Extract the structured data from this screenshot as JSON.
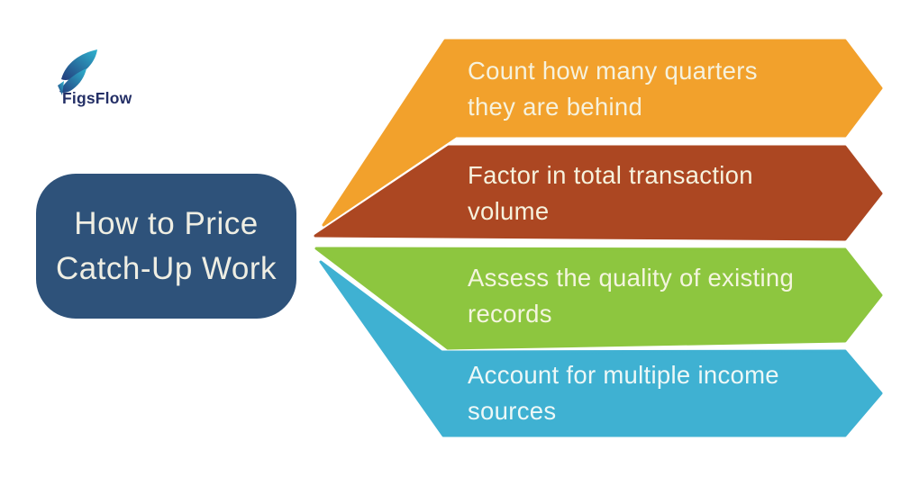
{
  "background_color": "#FFFFFF",
  "brand": {
    "name": "FigsFlow",
    "wordmark_color": "#242F66",
    "leaf_teal": "#2FB3CF",
    "leaf_navy": "#223B7B"
  },
  "title": {
    "lines": [
      "How to Price",
      "Catch-Up Work"
    ],
    "box_color": "#2E527A",
    "text_color": "#EFEEE3"
  },
  "banners": [
    {
      "label": "step-1",
      "color": "#F2A12C",
      "text_color": "#F6F2DD",
      "lines": [
        "Count how many quarters",
        "they are behind"
      ]
    },
    {
      "label": "step-2",
      "color": "#AC4722",
      "text_color": "#F6F2DD",
      "lines": [
        "Factor in total transaction",
        "volume"
      ]
    },
    {
      "label": "step-3",
      "color": "#8DC63F",
      "text_color": "#F4F5DF",
      "lines": [
        "Assess the quality of existing",
        "records"
      ]
    },
    {
      "label": "step-4",
      "color": "#3FB1D2",
      "text_color": "#EDF8F7",
      "lines": [
        "Account for multiple income",
        "sources"
      ]
    }
  ]
}
